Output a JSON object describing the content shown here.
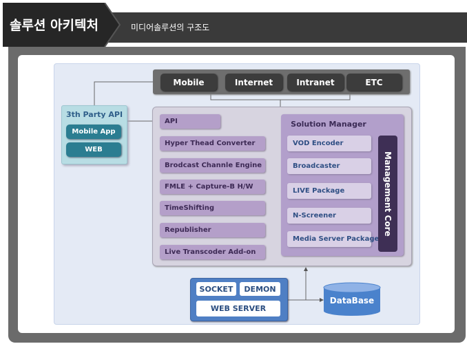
{
  "header": {
    "title": "솔루션 아키텍처",
    "subtitle": "미디어솔루션의 구조도"
  },
  "diagram": {
    "channels": [
      "Mobile",
      "Internet",
      "Intranet",
      "ETC"
    ],
    "third_party": {
      "title": "3th Party API",
      "items": [
        "Mobile App",
        "WEB"
      ]
    },
    "modules": [
      "API",
      "Hyper Thead Converter",
      "Brodcast Channle Engine",
      "FMLE + Capture-B H/W",
      "TimeShifting",
      "Republisher",
      "Live Transcoder Add-on"
    ],
    "solution_manager": {
      "title": "Solution Manager",
      "items": [
        "VOD Encoder",
        "Broadcaster",
        "LIVE Package",
        "N-Screener",
        "Media Server Package"
      ],
      "core": "Management Core"
    },
    "web_server": {
      "items": [
        "SOCKET",
        "DEMON"
      ],
      "title": "WEB SERVER"
    },
    "database": "DataBase"
  },
  "colors": {
    "header_dark": "#262626",
    "module_purple": "#b49fc9",
    "core_dark_purple": "#3e2f55",
    "third_party_teal": "#2b7d91",
    "web_server_blue": "#4f7fc4"
  }
}
